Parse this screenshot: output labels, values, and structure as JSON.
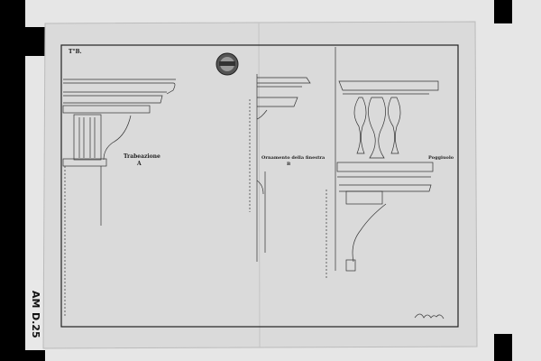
{
  "sheet": {
    "plate_number": "T°B.",
    "labels": {
      "a_title": "Trabeazione",
      "a_letter": "A",
      "b_title": "Ornamento della finestra",
      "b_letter": "B",
      "c_title": "Poggiuolo"
    },
    "stamp_icon": "archive-stamp",
    "signature_icon": "signature"
  },
  "archive_label": {
    "collection": "AM",
    "item": "D.25"
  },
  "colors": {
    "paper": "#dcdcdc",
    "ink": "#2a2a2a",
    "background": "#e6e6e6",
    "border": "#000000"
  }
}
